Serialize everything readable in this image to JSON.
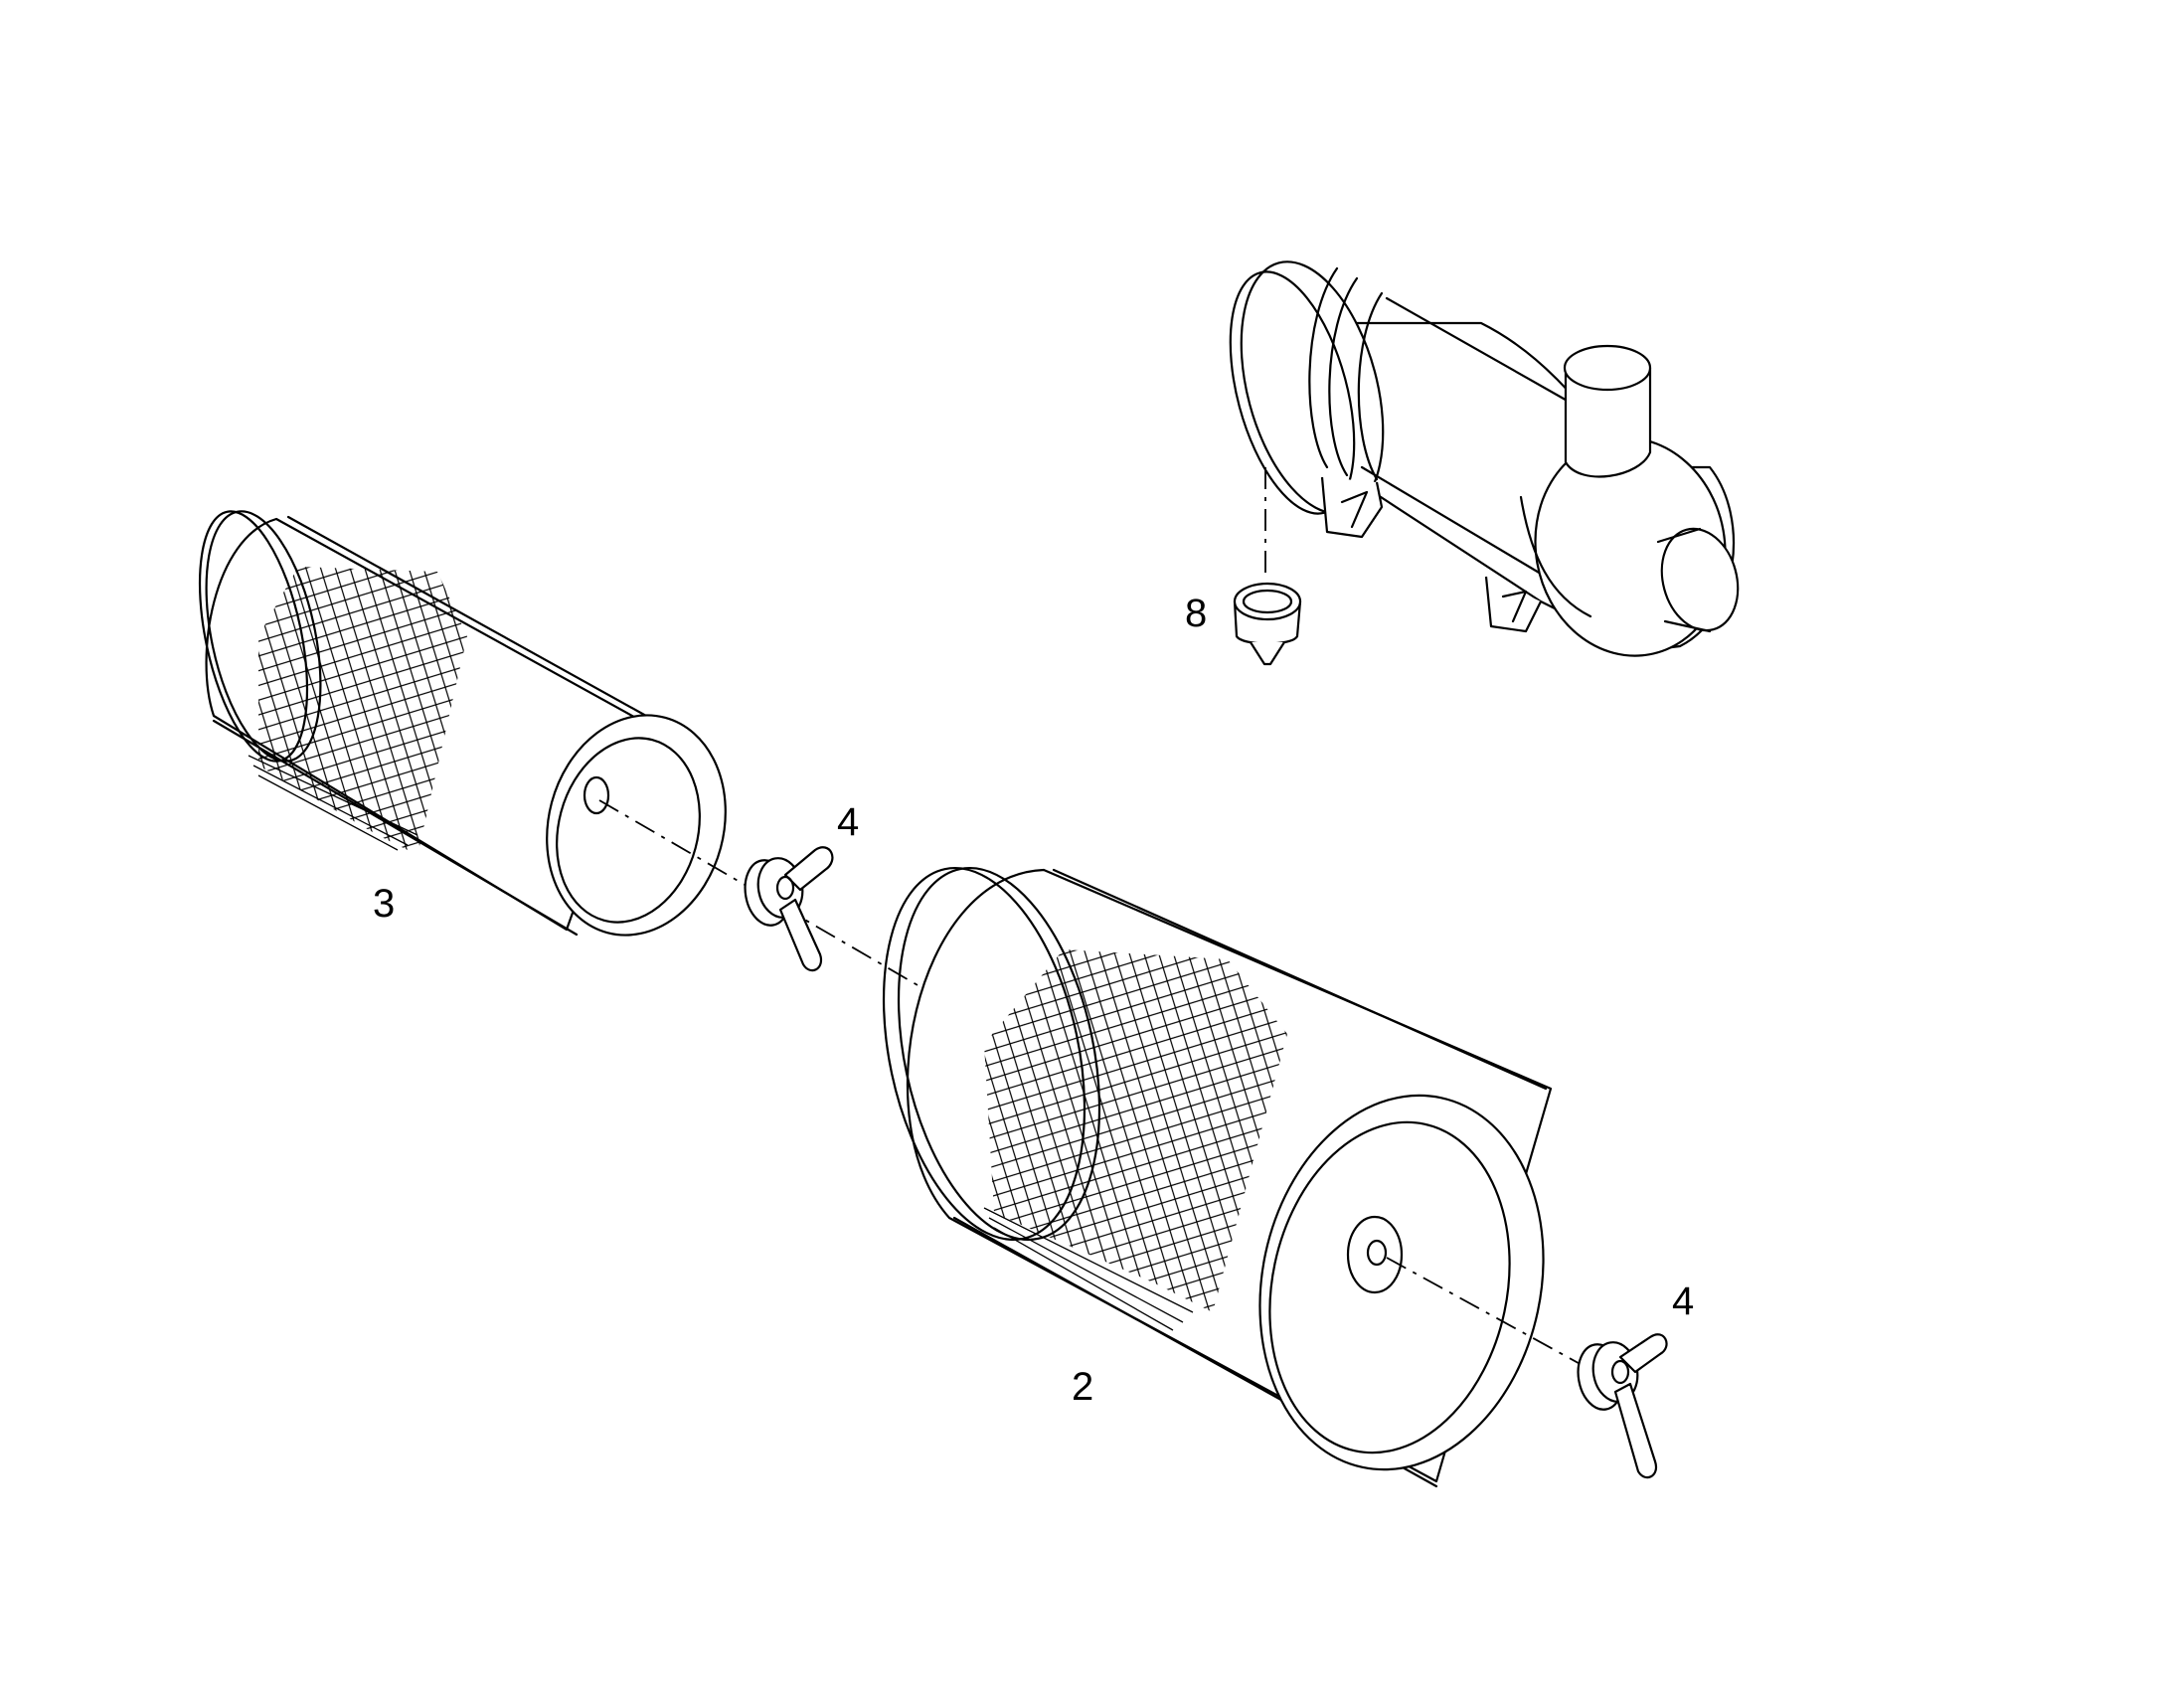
{
  "callouts": {
    "air_filter_housing": "",
    "dust_valve": "8",
    "secondary_filter": "3",
    "wing_nut_upper": "4",
    "primary_filter": "2",
    "wing_nut_lower": "4"
  },
  "colors": {
    "line": "#000000",
    "background": "#ffffff"
  }
}
